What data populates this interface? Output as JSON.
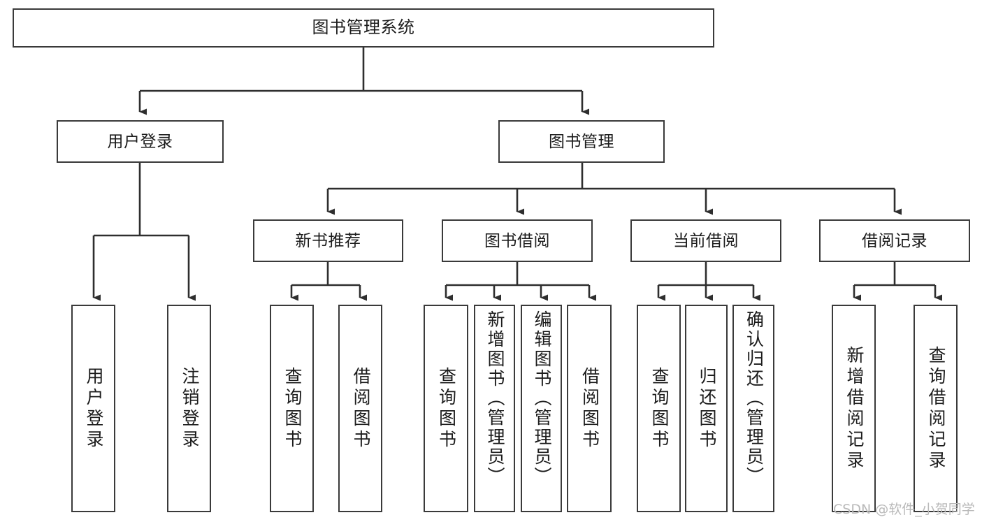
{
  "diagram": {
    "title": "图书管理系统",
    "watermark": "CSDN @软件_小贺同学",
    "colors": {
      "box_border": "#3a3a3a",
      "box_fill": "#ffffff",
      "connector": "#2e2e2e",
      "text": "#1c1c1c",
      "watermark": "#b9b9b9"
    },
    "levels": {
      "root": "图书管理系统",
      "level1": [
        "用户登录",
        "图书管理"
      ],
      "level2": [
        "新书推荐",
        "图书借阅",
        "当前借阅",
        "借阅记录"
      ]
    },
    "nodes": {
      "root": {
        "label": "图书管理系统"
      },
      "user_login": {
        "label": "用户登录"
      },
      "book_manage": {
        "label": "图书管理"
      },
      "new_book_rec": {
        "label": "新书推荐"
      },
      "book_borrow": {
        "label": "图书借阅"
      },
      "current_borrow": {
        "label": "当前借阅"
      },
      "borrow_record": {
        "label": "借阅记录"
      },
      "leaf_user_login": {
        "label": "用户登录"
      },
      "leaf_logout": {
        "label": "注销登录"
      },
      "leaf_query_book_1": {
        "label": "查询图书"
      },
      "leaf_borrow_book_1": {
        "label": "借阅图书"
      },
      "leaf_query_book_2": {
        "label": "查询图书"
      },
      "leaf_add_book": {
        "label": "新增图书（管理员）"
      },
      "leaf_edit_book": {
        "label": "编辑图书（管理员）"
      },
      "leaf_borrow_book_2": {
        "label": "借阅图书"
      },
      "leaf_query_book_3": {
        "label": "查询图书"
      },
      "leaf_return_book": {
        "label": "归还图书"
      },
      "leaf_confirm_return": {
        "label": "确认归还（管理员）"
      },
      "leaf_add_record": {
        "label": "新增借阅记录"
      },
      "leaf_query_record": {
        "label": "查询借阅记录"
      }
    },
    "edges": [
      {
        "from": "root",
        "to": "user_login"
      },
      {
        "from": "root",
        "to": "book_manage"
      },
      {
        "from": "book_manage",
        "to": "new_book_rec"
      },
      {
        "from": "book_manage",
        "to": "book_borrow"
      },
      {
        "from": "book_manage",
        "to": "current_borrow"
      },
      {
        "from": "book_manage",
        "to": "borrow_record"
      },
      {
        "from": "user_login",
        "to": "leaf_user_login"
      },
      {
        "from": "user_login",
        "to": "leaf_logout"
      },
      {
        "from": "new_book_rec",
        "to": "leaf_query_book_1"
      },
      {
        "from": "new_book_rec",
        "to": "leaf_borrow_book_1"
      },
      {
        "from": "book_borrow",
        "to": "leaf_query_book_2"
      },
      {
        "from": "book_borrow",
        "to": "leaf_add_book"
      },
      {
        "from": "book_borrow",
        "to": "leaf_edit_book"
      },
      {
        "from": "book_borrow",
        "to": "leaf_borrow_book_2"
      },
      {
        "from": "current_borrow",
        "to": "leaf_query_book_3"
      },
      {
        "from": "current_borrow",
        "to": "leaf_return_book"
      },
      {
        "from": "current_borrow",
        "to": "leaf_confirm_return"
      },
      {
        "from": "borrow_record",
        "to": "leaf_add_record"
      },
      {
        "from": "borrow_record",
        "to": "leaf_query_record"
      }
    ]
  }
}
